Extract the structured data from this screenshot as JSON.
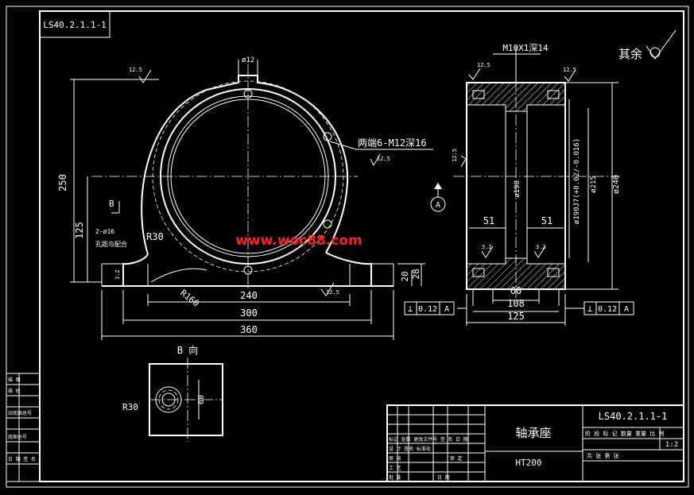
{
  "drawing_number": "LS40.2.1.1-1",
  "roughness_rest": "其余",
  "watermark": "www.woc88.com",
  "front_view": {
    "dims": {
      "height_total": "250",
      "height_center": "125",
      "base_thick_20": "20",
      "base_thick_28": "28",
      "len_240": "240",
      "len_300": "300",
      "len_360": "360",
      "radius_r30": "R30",
      "radius_r160": "R160",
      "top_slot": "ø12",
      "side_note": "2-ø16",
      "side_note2": "孔距与配合",
      "view_mark": "B"
    },
    "annotations": {
      "thread_note": "两端6-M12深16",
      "rough_a": "12.5",
      "rough_b": "12.5",
      "rough_c": "12.5",
      "rough_d": "3.2"
    }
  },
  "side_view": {
    "dims": {
      "top_thread": "M10X1深14",
      "w51_left": "51",
      "w51_right": "51",
      "w60": "60",
      "w108": "108",
      "w125": "125",
      "dia_198": "ø198",
      "dia_190": "ø190J7(+0.02/-0.016)",
      "dia_215": "ø215",
      "dia_240": "ø240",
      "rough_top_l": "12.5",
      "rough_top_r": "12.5",
      "rough_1": "3.2",
      "rough_2": "3.2",
      "rough_3": "12.5",
      "datum_a": "A"
    },
    "tolerances": {
      "left_symbol": "⊥",
      "left_value": "0.12",
      "left_datum": "A",
      "right_symbol": "⊥",
      "right_value": "0.12",
      "right_datum": "A"
    }
  },
  "view_b": {
    "title": "B 向",
    "radius": "R30",
    "dim_60": "60"
  },
  "title_block": {
    "part_name": "轴承座",
    "material": "HT200",
    "drawing_number": "LS40.2.1.1-1",
    "scale": "1:2",
    "header_row": "阶 段 标 记 数量 重量 比 例",
    "sheet_row": "共    张  第    张",
    "rev_row": "标记 处数 更改文件号 签 名 日 期",
    "design_row": "设 计  签名  标准化",
    "rows": [
      "审 核",
      "工 艺",
      "批 准"
    ],
    "review": "审 定",
    "date_label": "日 期"
  },
  "left_strip": {
    "labels": [
      "描 图",
      "描 校",
      "旧底图总号",
      "底图总号",
      "日 期 签 名"
    ]
  }
}
